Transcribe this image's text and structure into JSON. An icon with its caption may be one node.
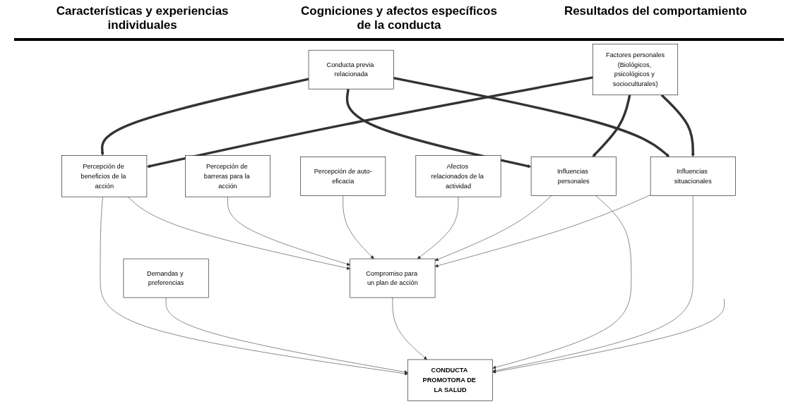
{
  "diagram": {
    "nodes": [
      {
        "text": [
          "Conducta previa relacionada"
        ]
      },
      {
        "text": [
          "Factores personales",
          "(Biológicos, psicológicos y socioculturales)"
        ]
      },
      {
        "text": [
          "Percepción de beneficios de la acción"
        ]
      },
      {
        "text": [
          "Percepción de barreras para la acción"
        ]
      },
      {
        "text": [
          "Percepción de auto-eficacia"
        ]
      },
      {
        "text": [
          "Afectos relacionados de la actividad"
        ]
      },
      {
        "text": [
          "Influencias personales"
        ]
      },
      {
        "text": [
          "Influencias situacionales"
        ]
      },
      {
        "text": [
          "Demandas y preferencias"
        ]
      },
      {
        "text": [
          "Compromiso para un plan de acción"
        ]
      },
      {
        "text": [
          "CONDUCTA PROMOTORA DE LA SALUD"
        ]
      }
    ],
    "edges": [
      {
        "from": 0,
        "to": 2,
        "arrow": "to",
        "style": "thick"
      },
      {
        "from": 1,
        "to": 2,
        "arrow": "to",
        "style": "thick"
      },
      {
        "from": 0,
        "to": 6,
        "arrow": "to",
        "style": "thick"
      },
      {
        "from": 0,
        "to": 7,
        "arrow": "to",
        "style": "thick"
      },
      {
        "from": 1,
        "to": 6,
        "arrow": "to",
        "style": "thick"
      },
      {
        "from": 1,
        "to": 7,
        "arrow": "to",
        "style": "thick"
      },
      {
        "from": 2,
        "to": 10,
        "arrow": "to"
      },
      {
        "from": 2,
        "to": 9,
        "arrow": "to"
      },
      {
        "from": 3,
        "to": 9,
        "arrow": "to"
      },
      {
        "from": 4,
        "to": 9,
        "arrow": "to"
      },
      {
        "from": 5,
        "to": 9,
        "arrow": "to"
      },
      {
        "from": 8,
        "to": 10,
        "arrow": "to"
      },
      {
        "from": 9,
        "to": 10,
        "arrow": "to"
      },
      {
        "from": 6,
        "to": 9,
        "arrow": "to"
      },
      {
        "from": 7,
        "to": 9,
        "arrow": "to"
      },
      {
        "from": 6,
        "to": 10,
        "arrow": "to"
      },
      {
        "from": 7,
        "to": 10,
        "arrow": "to"
      },
      {
        "from": null,
        "to": 10,
        "arrow": "to"
      }
    ],
    "labels": [
      "Características y experiencias individuales",
      "Cogniciones y afectos específicos de la conducta",
      "Resultados del comportamiento"
    ]
  }
}
